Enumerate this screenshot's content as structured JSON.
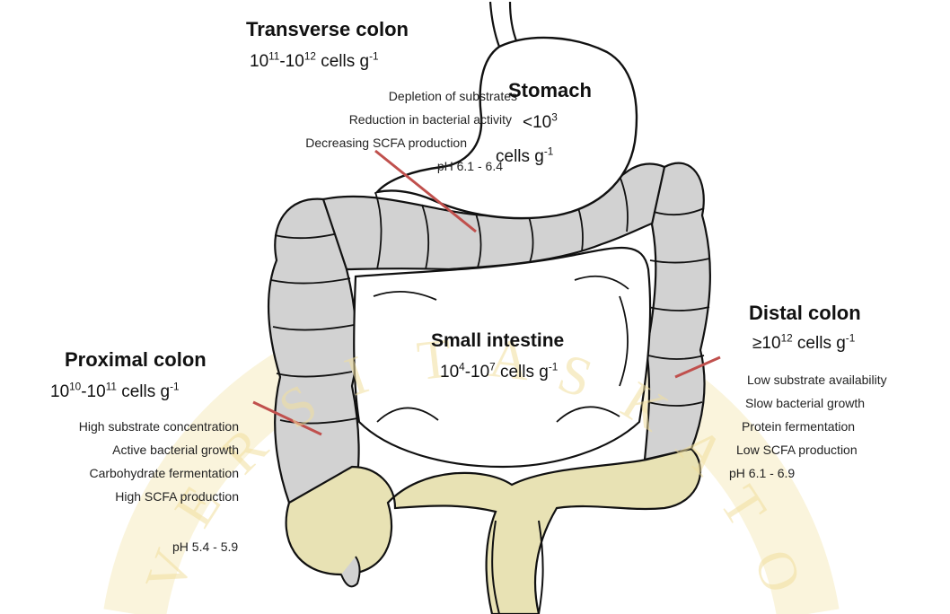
{
  "colors": {
    "colon_fill": "#d4d4d4",
    "outline": "#111111",
    "pointer": "#c0504d",
    "watermark": "#f1df9e"
  },
  "stomach": {
    "title": "Stomach",
    "count_prefix": "<10",
    "count_exp": "3",
    "count_unit": "cells g",
    "count_unit_exp": "-1"
  },
  "transverse": {
    "title": "Transverse colon",
    "count_a": "10",
    "count_a_exp": "11",
    "count_b": "-10",
    "count_b_exp": "12",
    "count_unit": " cells g",
    "count_unit_exp": "-1",
    "details": [
      "Depletion of substrates",
      "Reduction in bacterial activity",
      "Decreasing SCFA production",
      "pH 6.1 - 6.4"
    ]
  },
  "small_intestine": {
    "title": "Small intestine",
    "count_a": "10",
    "count_a_exp": "4",
    "count_b": "-10",
    "count_b_exp": "7",
    "count_unit": " cells g",
    "count_unit_exp": "-1"
  },
  "proximal": {
    "title": "Proximal colon",
    "count_a": "10",
    "count_a_exp": "10",
    "count_b": "-10",
    "count_b_exp": "11",
    "count_unit": " cells g",
    "count_unit_exp": "-1",
    "details": [
      "High substrate concentration",
      "Active bacterial growth",
      "Carbohydrate fermentation",
      "High SCFA production"
    ],
    "ph": "pH 5.4 - 5.9"
  },
  "distal": {
    "title": "Distal colon",
    "count_a": "≥10",
    "count_a_exp": "12",
    "count_unit": " cells g",
    "count_unit_exp": "-1",
    "details": [
      "Low substrate availability",
      "Slow bacterial growth",
      "Protein fermentation",
      "Low SCFA production"
    ],
    "ph": "pH 6.1 - 6.9"
  },
  "watermark_letters": [
    "V",
    "E",
    "R",
    "S",
    "I",
    "T",
    "A",
    "S",
    "K",
    "A",
    "T",
    "O"
  ]
}
